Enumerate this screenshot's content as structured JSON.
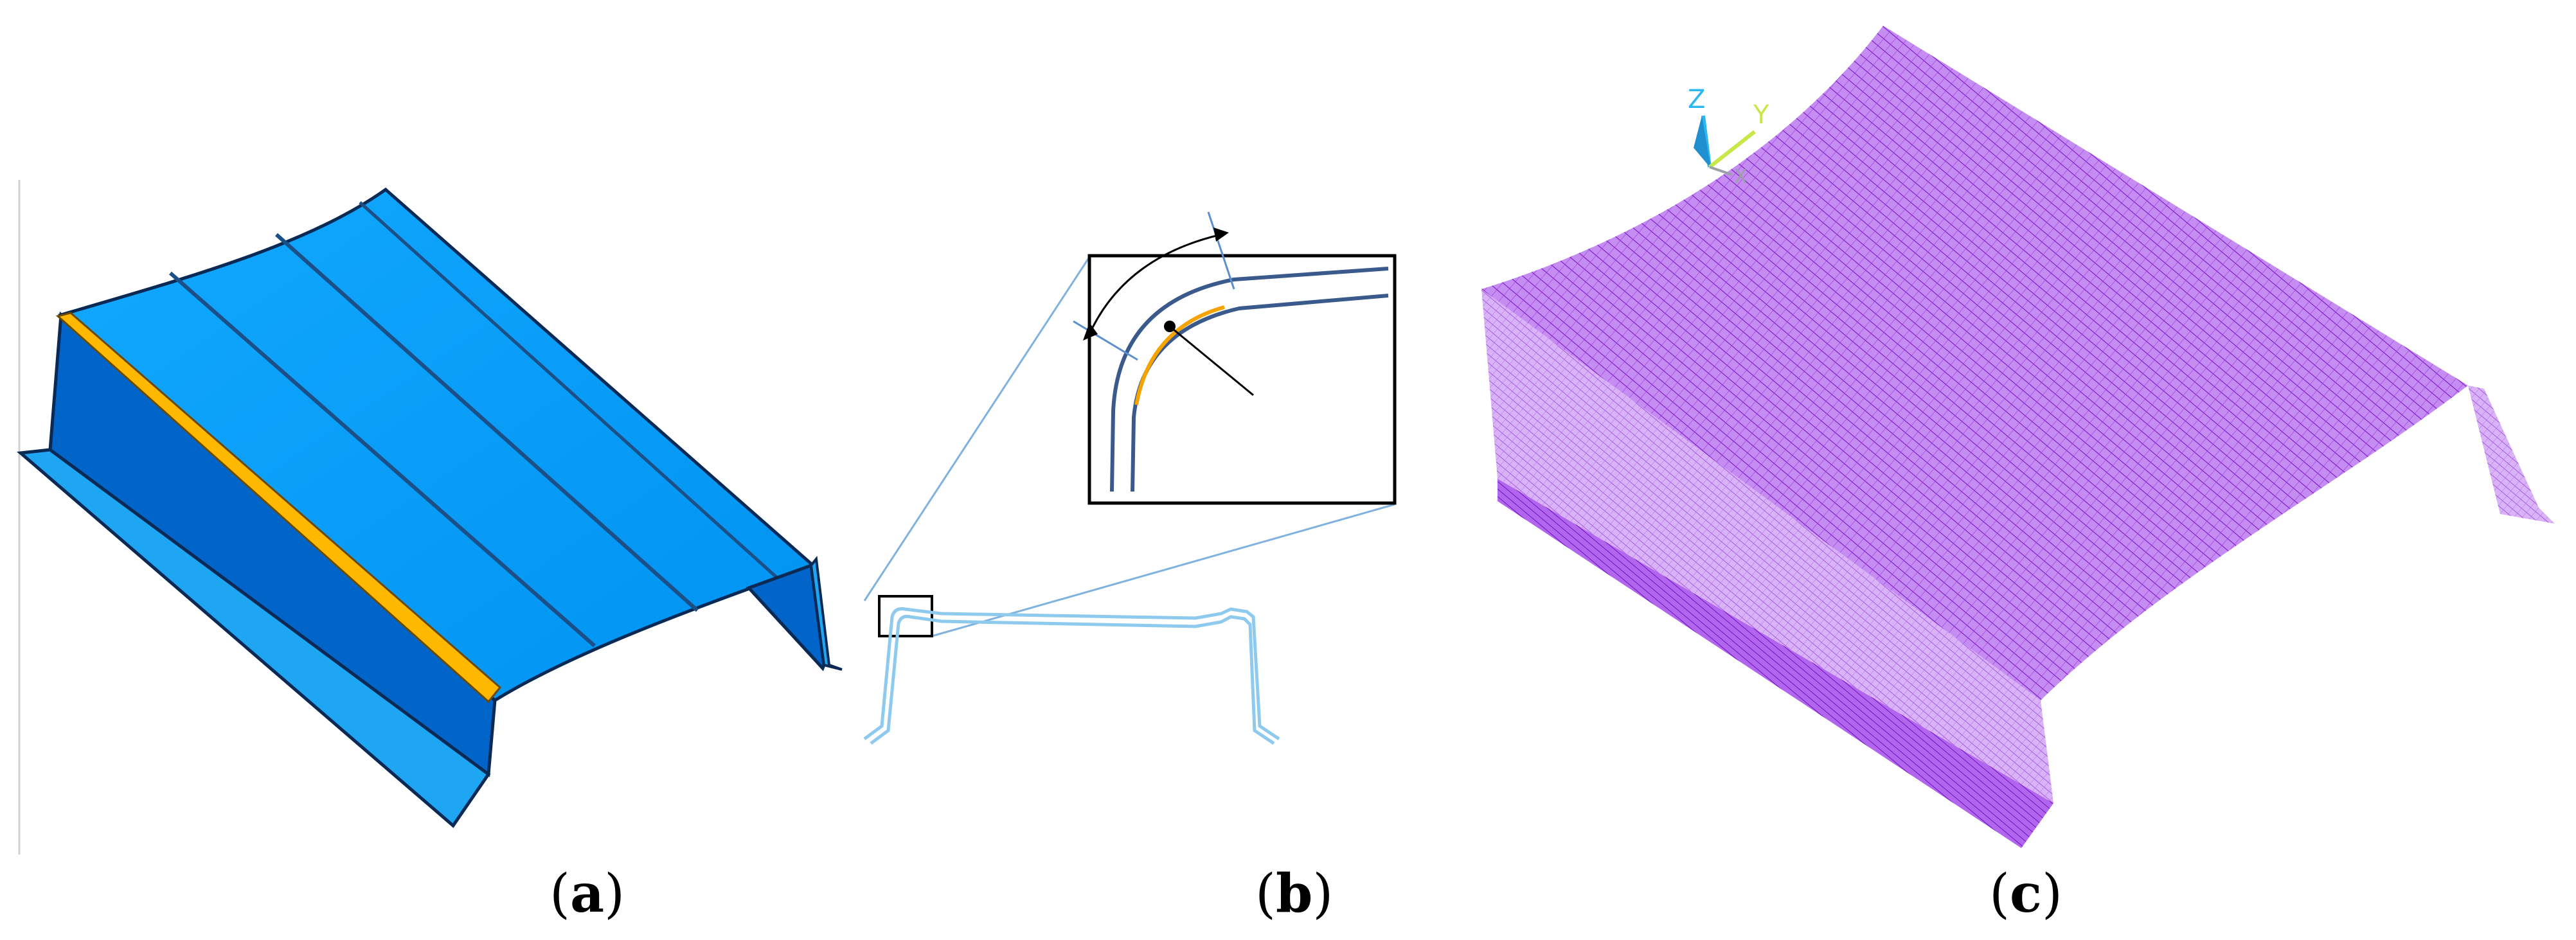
{
  "figure": {
    "captions": {
      "a": {
        "open": "(",
        "letter": "a",
        "close": ")"
      },
      "b": {
        "open": "(",
        "letter": "b",
        "close": ")"
      },
      "c": {
        "open": "(",
        "letter": "c",
        "close": ")"
      }
    },
    "triad": {
      "z_label": "Z",
      "y_label": "Y",
      "x_label": "X"
    },
    "colors": {
      "panel_top": "#00a2ff",
      "panel_side_dark": "#0064c8",
      "panel_flange": "#1fa6f2",
      "highlight_strip": "#ffb800",
      "profile_line": "#8ec9ee",
      "inset_line": "#3a5a8c",
      "inset_arc_orange": "#f4a300",
      "mesh": "#a235e6",
      "triad_z": "#2db7f0",
      "triad_y": "#c8e84a",
      "triad_x": "#9aa0a8"
    }
  }
}
